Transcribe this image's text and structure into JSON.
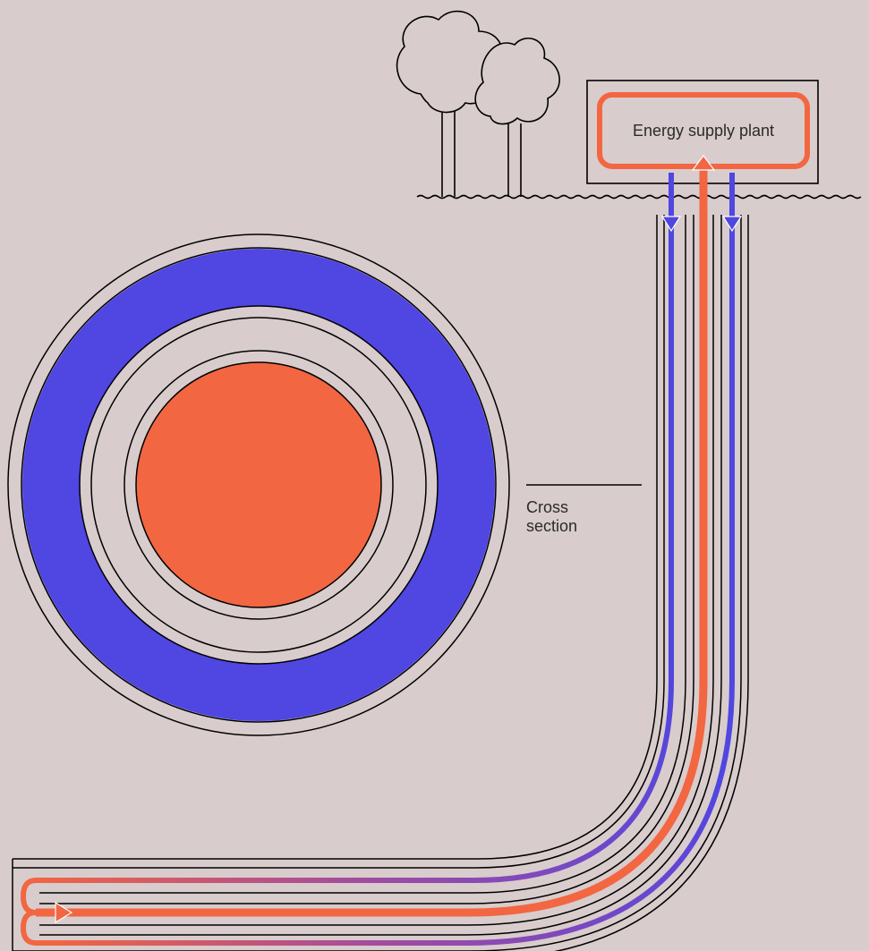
{
  "labels": {
    "plant": "Energy supply plant",
    "cross_section_line1": "Cross",
    "cross_section_line2": "section"
  },
  "colors": {
    "background": "#d9cccc",
    "hot": "#f26641",
    "cold": "#5046e1",
    "outline": "#000000"
  }
}
